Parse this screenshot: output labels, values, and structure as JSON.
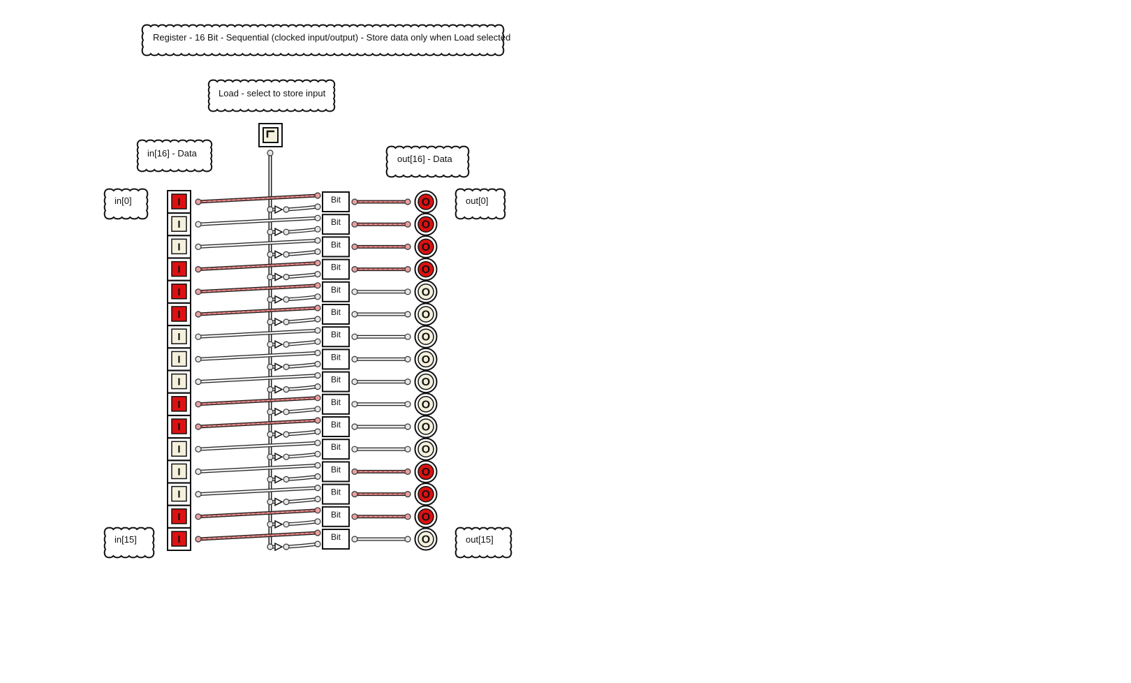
{
  "notes": {
    "title": "Register - 16 Bit - Sequential (clocked input/output) - Store data only when Load selected",
    "load": "Load - select to store input",
    "in_data": "in[16] - Data",
    "out_data": "out[16] - Data",
    "in_first": "in[0]",
    "in_last": "in[15]",
    "out_first": "out[0]",
    "out_last": "out[15]"
  },
  "load_switch": {
    "state": "off",
    "label": "Load"
  },
  "inputs": {
    "glyph": "I",
    "states": [
      1,
      0,
      0,
      1,
      1,
      1,
      0,
      0,
      0,
      1,
      1,
      0,
      0,
      0,
      1,
      1
    ]
  },
  "bits": {
    "label": "Bit",
    "count": 16
  },
  "outputs": {
    "glyph": "O",
    "states": [
      1,
      1,
      1,
      1,
      0,
      0,
      0,
      0,
      0,
      0,
      0,
      0,
      1,
      1,
      1,
      0
    ]
  },
  "colors": {
    "on": "#dd1111",
    "off": "#f4f0dc",
    "wire_on": "#c86464",
    "wire_off": "#8c8c8c",
    "outline": "#111111",
    "note_fill": "#ffffff"
  }
}
